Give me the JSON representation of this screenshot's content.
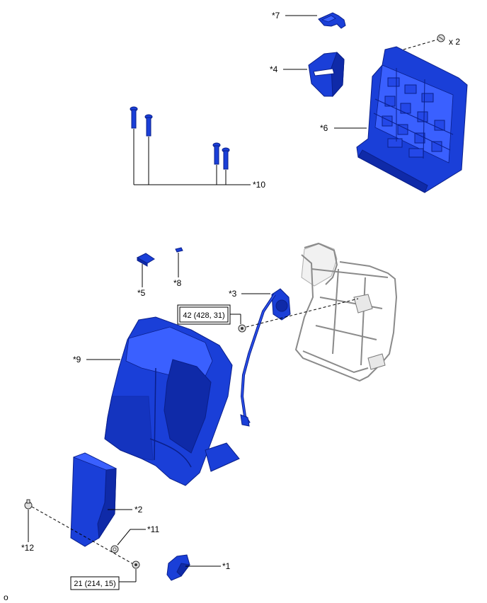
{
  "labels": {
    "p1": "*1",
    "p2": "*2",
    "p3": "*3",
    "p4": "*4",
    "p5": "*5",
    "p6": "*6",
    "p7": "*7",
    "p8": "*8",
    "p9": "*9",
    "p10": "*10",
    "p11": "*11",
    "p12": "*12",
    "qty": "x 2",
    "corner": "o"
  },
  "torque": {
    "t42": "42 (428, 31)",
    "t21": "21 (214, 15)"
  }
}
